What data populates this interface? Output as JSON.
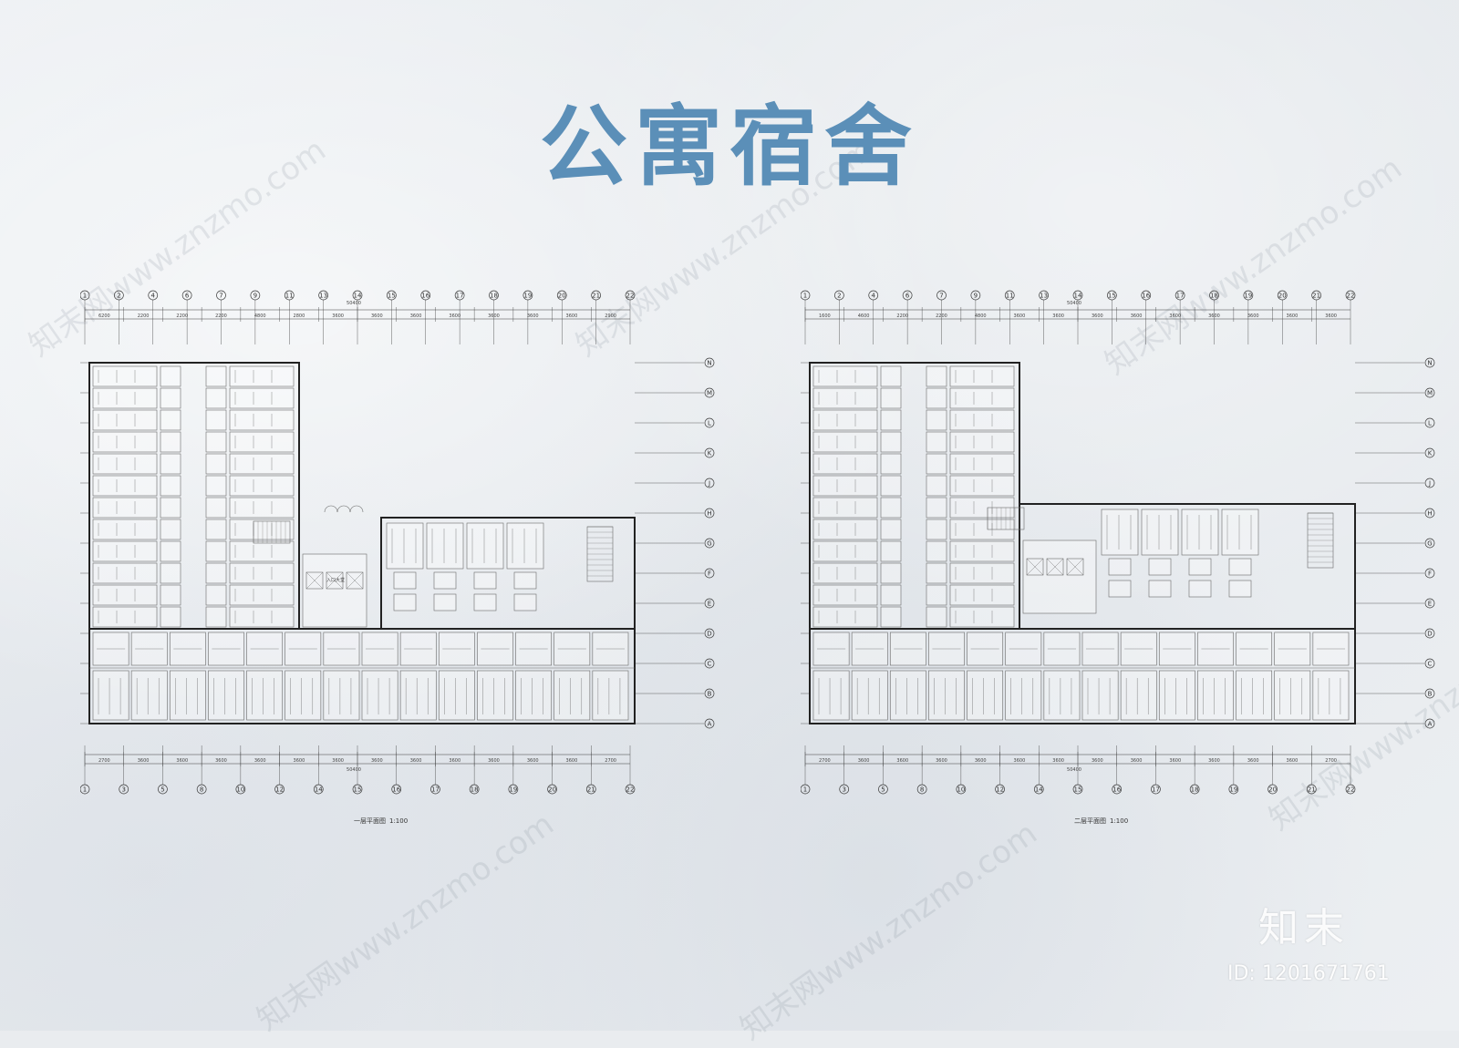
{
  "title": "公寓宿舍",
  "colors": {
    "title": "#5b8fb8",
    "line": "#3c3c3c",
    "room": "#6a6a6a",
    "paper": "#e9ecef"
  },
  "plans": [
    {
      "caption": "一层平面图",
      "scale": "1:100",
      "total_dim": "50400",
      "lobby_label": "入口大堂",
      "top_axes": [
        "1",
        "2",
        "4",
        "6",
        "7",
        "9",
        "11",
        "13",
        "14",
        "15",
        "16",
        "17",
        "18",
        "19",
        "20",
        "21",
        "22"
      ],
      "bottom_axes": [
        "1",
        "3",
        "5",
        "8",
        "10",
        "12",
        "14",
        "15",
        "16",
        "17",
        "18",
        "19",
        "20",
        "21",
        "22"
      ],
      "side_axes": [
        "N",
        "M",
        "L",
        "K",
        "J",
        "H",
        "G",
        "F",
        "E",
        "D",
        "C",
        "B",
        "A"
      ],
      "top_dims": [
        "6200",
        "2200",
        "2200",
        "2200",
        "4800",
        "2800",
        "3600",
        "3600",
        "3600",
        "3600",
        "3600",
        "3600",
        "3600",
        "2900"
      ],
      "bottom_dims": [
        "2700",
        "3600",
        "3600",
        "3600",
        "3600",
        "3600",
        "3600",
        "3600",
        "3600",
        "3600",
        "3600",
        "3600",
        "3600",
        "2700"
      ]
    },
    {
      "caption": "二层平面图",
      "scale": "1:100",
      "total_dim": "50400",
      "lobby_label": "",
      "top_axes": [
        "1",
        "2",
        "4",
        "6",
        "7",
        "9",
        "11",
        "13",
        "14",
        "15",
        "16",
        "17",
        "18",
        "19",
        "20",
        "21",
        "22"
      ],
      "bottom_axes": [
        "1",
        "3",
        "5",
        "8",
        "10",
        "12",
        "14",
        "15",
        "16",
        "17",
        "18",
        "19",
        "20",
        "21",
        "22"
      ],
      "side_axes": [
        "N",
        "M",
        "L",
        "K",
        "J",
        "H",
        "G",
        "F",
        "E",
        "D",
        "C",
        "B",
        "A"
      ],
      "top_dims": [
        "1600",
        "4600",
        "2200",
        "2200",
        "4800",
        "3600",
        "3600",
        "3600",
        "3600",
        "3600",
        "3600",
        "3600",
        "3600",
        "3600"
      ],
      "bottom_dims": [
        "2700",
        "3600",
        "3600",
        "3600",
        "3600",
        "3600",
        "3600",
        "3600",
        "3600",
        "3600",
        "3600",
        "3600",
        "3600",
        "2700"
      ]
    }
  ],
  "watermark": "知末网www.znzmo.com",
  "brand": "知末",
  "id_label": "ID: 1201671761"
}
